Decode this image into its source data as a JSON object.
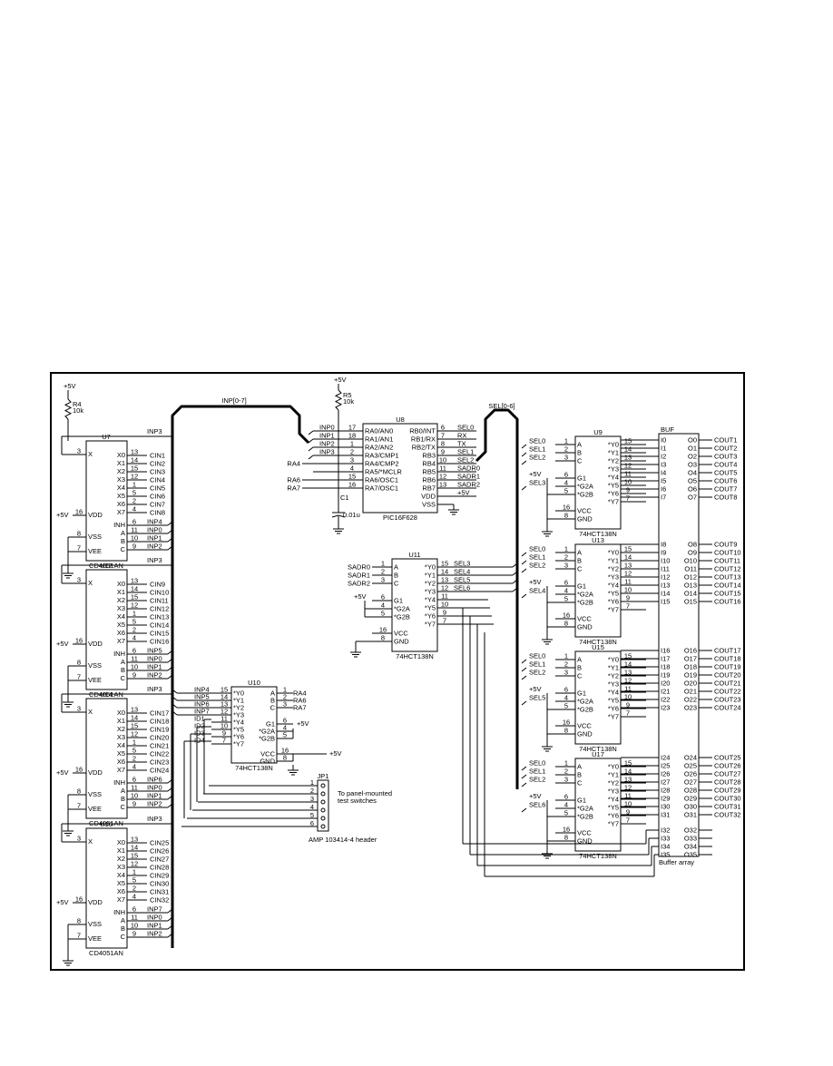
{
  "power": {
    "vplus": "+5V"
  },
  "resistors": [
    {
      "ref": "R4",
      "value": "10k"
    },
    {
      "ref": "R5",
      "value": "10k"
    }
  ],
  "cap": {
    "ref": "C1",
    "value": "0.01u"
  },
  "buses": {
    "inp": "INP[0-7]",
    "sel": "SEL[0-6]"
  },
  "mux_pins": {
    "left": [
      "X",
      "VDD",
      "VSS",
      "VEE"
    ],
    "right": [
      "X0",
      "X1",
      "X2",
      "X3",
      "X4",
      "X5",
      "X6",
      "X7",
      "INH",
      "A",
      "B",
      "C"
    ],
    "rightnums": [
      "13",
      "14",
      "15",
      "12",
      "1",
      "5",
      "2",
      "4",
      "6",
      "11",
      "10",
      "9"
    ],
    "leftnums": [
      "3",
      "16",
      "8",
      "7"
    ]
  },
  "muxes": [
    {
      "ref": "U7",
      "part": "CD4051AN",
      "x": "INP3",
      "cins": [
        "CIN1",
        "CIN2",
        "CIN3",
        "CIN4",
        "CIN5",
        "CIN6",
        "CIN7",
        "CIN8"
      ],
      "ctrl": [
        "INP4",
        "INP0",
        "INP1",
        "INP2"
      ]
    },
    {
      "ref": "U12",
      "part": "CD4051AN",
      "x": "INP3",
      "cins": [
        "CIN9",
        "CIN10",
        "CIN11",
        "CIN12",
        "CIN13",
        "CIN14",
        "CIN15",
        "CIN16"
      ],
      "ctrl": [
        "INP5",
        "INP0",
        "INP1",
        "INP2"
      ]
    },
    {
      "ref": "U14",
      "part": "CD4051AN",
      "x": "INP3",
      "cins": [
        "CIN17",
        "CIN18",
        "CIN19",
        "CIN20",
        "CIN21",
        "CIN22",
        "CIN23",
        "CIN24"
      ],
      "ctrl": [
        "INP6",
        "INP0",
        "INP1",
        "INP2"
      ]
    },
    {
      "ref": "U16",
      "part": "CD4051AN",
      "x": "INP3",
      "cins": [
        "CIN25",
        "CIN26",
        "CIN27",
        "CIN28",
        "CIN29",
        "CIN30",
        "CIN31",
        "CIN32"
      ],
      "ctrl": [
        "INP7",
        "INP0",
        "INP1",
        "INP2"
      ]
    }
  ],
  "pic": {
    "ref": "U8",
    "part": "PIC16F628",
    "left": [
      "RA0/AN0",
      "RA1/AN1",
      "RA2/AN2",
      "RA3/CMP1",
      "RA4/CMP2",
      "RA5/*MCLR",
      "RA6/OSC1",
      "RA7/OSC1"
    ],
    "leftnums": [
      "17",
      "18",
      "1",
      "2",
      "3",
      "4",
      "15",
      "16"
    ],
    "leftnets": [
      "INP0",
      "INP1",
      "INP2",
      "INP3",
      "",
      "",
      "",
      ""
    ],
    "leftext": [
      "",
      "",
      "",
      "",
      "RA4",
      "",
      "RA6",
      "RA7"
    ],
    "right": [
      "RB0/INT",
      "RB1/RX",
      "RB2/TX",
      "RB3",
      "RB4",
      "RB5",
      "RB6",
      "RB7",
      "VDD",
      "VSS"
    ],
    "rightnums": [
      "6",
      "7",
      "8",
      "9",
      "10",
      "11",
      "12",
      "13",
      "",
      ""
    ],
    "rightnets": [
      "SEL0",
      "RX",
      "TX",
      "SEL1",
      "SEL2",
      "SADR0",
      "SADR1",
      "SADR2",
      "+5V",
      ""
    ]
  },
  "dec_pins": {
    "left": [
      "A",
      "B",
      "C",
      "G1",
      "*G2A",
      "*G2B",
      "VCC",
      "GND"
    ],
    "leftnums": [
      "1",
      "2",
      "3",
      "6",
      "4",
      "5",
      "16",
      "8"
    ],
    "right": [
      "*Y0",
      "*Y1",
      "*Y2",
      "*Y3",
      "*Y4",
      "*Y5",
      "*Y6",
      "*Y7"
    ],
    "rightnums": [
      "15",
      "14",
      "13",
      "12",
      "11",
      "10",
      "9",
      "7"
    ]
  },
  "decoders": [
    {
      "ref": "U9",
      "part": "74HCT138N",
      "abc": [
        "SEL0",
        "SEL1",
        "SEL2"
      ],
      "g2a": "SEL3",
      "g1": "+5V"
    },
    {
      "ref": "U13",
      "part": "74HCT138N",
      "abc": [
        "SEL0",
        "SEL1",
        "SEL2"
      ],
      "g2a": "SEL4",
      "g1": "+5V"
    },
    {
      "ref": "U15",
      "part": "74HCT138N",
      "abc": [
        "SEL0",
        "SEL1",
        "SEL2"
      ],
      "g2a": "SEL5",
      "g1": "+5V"
    },
    {
      "ref": "U17",
      "part": "74HCT138N",
      "abc": [
        "SEL0",
        "SEL1",
        "SEL2"
      ],
      "g2a": "SEL6",
      "g1": "+5V"
    }
  ],
  "u11": {
    "ref": "U11",
    "part": "74HCT138N",
    "abc": [
      "SADR0",
      "SADR1",
      "SADR2"
    ],
    "g1": "+5V",
    "outs": [
      "SEL3",
      "SEL4",
      "SEL5",
      "SEL6"
    ]
  },
  "u10": {
    "ref": "U10",
    "part": "74HCT138N",
    "outs": [
      "INP4",
      "INP5",
      "INP6",
      "INP7",
      "ID1",
      "ID2",
      "ID3",
      "ID4"
    ],
    "abcnets": [
      "RA4",
      "RA6",
      "RA7"
    ],
    "g1": "+5V",
    "vcc": "+5V"
  },
  "header": {
    "ref": "JP1",
    "pins": [
      "1",
      "2",
      "3",
      "4",
      "5",
      "6"
    ],
    "note1": "To panel-mounted",
    "note2": "test switches",
    "part": "AMP 103414-4 header"
  },
  "buf": {
    "ref": "BUF",
    "label": "Buffer array",
    "ins": [
      "I0",
      "I1",
      "I2",
      "I3",
      "I4",
      "I5",
      "I6",
      "I7",
      "I8",
      "I9",
      "I10",
      "I11",
      "I12",
      "I13",
      "I14",
      "I15",
      "I16",
      "I17",
      "I18",
      "I19",
      "I20",
      "I21",
      "I22",
      "I23",
      "I24",
      "I25",
      "I26",
      "I27",
      "I28",
      "I29",
      "I30",
      "I31",
      "I32",
      "I33",
      "I34",
      "I35"
    ],
    "outs": [
      "O0",
      "O1",
      "O2",
      "O3",
      "O4",
      "O5",
      "O6",
      "O7",
      "O8",
      "O9",
      "O10",
      "O11",
      "O12",
      "O13",
      "O14",
      "O15",
      "O16",
      "O17",
      "O18",
      "O19",
      "O20",
      "O21",
      "O22",
      "O23",
      "O24",
      "O25",
      "O26",
      "O27",
      "O28",
      "O29",
      "O30",
      "O31",
      "O32",
      "O33",
      "O34",
      "O35"
    ],
    "couts": [
      "COUT1",
      "COUT2",
      "COUT3",
      "COUT4",
      "COUT5",
      "COUT6",
      "COUT7",
      "COUT8",
      "COUT9",
      "COUT10",
      "COUT11",
      "COUT12",
      "COUT13",
      "COUT14",
      "COUT15",
      "COUT16",
      "COUT17",
      "COUT18",
      "COUT19",
      "COUT20",
      "COUT21",
      "COUT22",
      "COUT23",
      "COUT24",
      "COUT25",
      "COUT26",
      "COUT27",
      "COUT28",
      "COUT29",
      "COUT30",
      "COUT31",
      "COUT32"
    ]
  }
}
